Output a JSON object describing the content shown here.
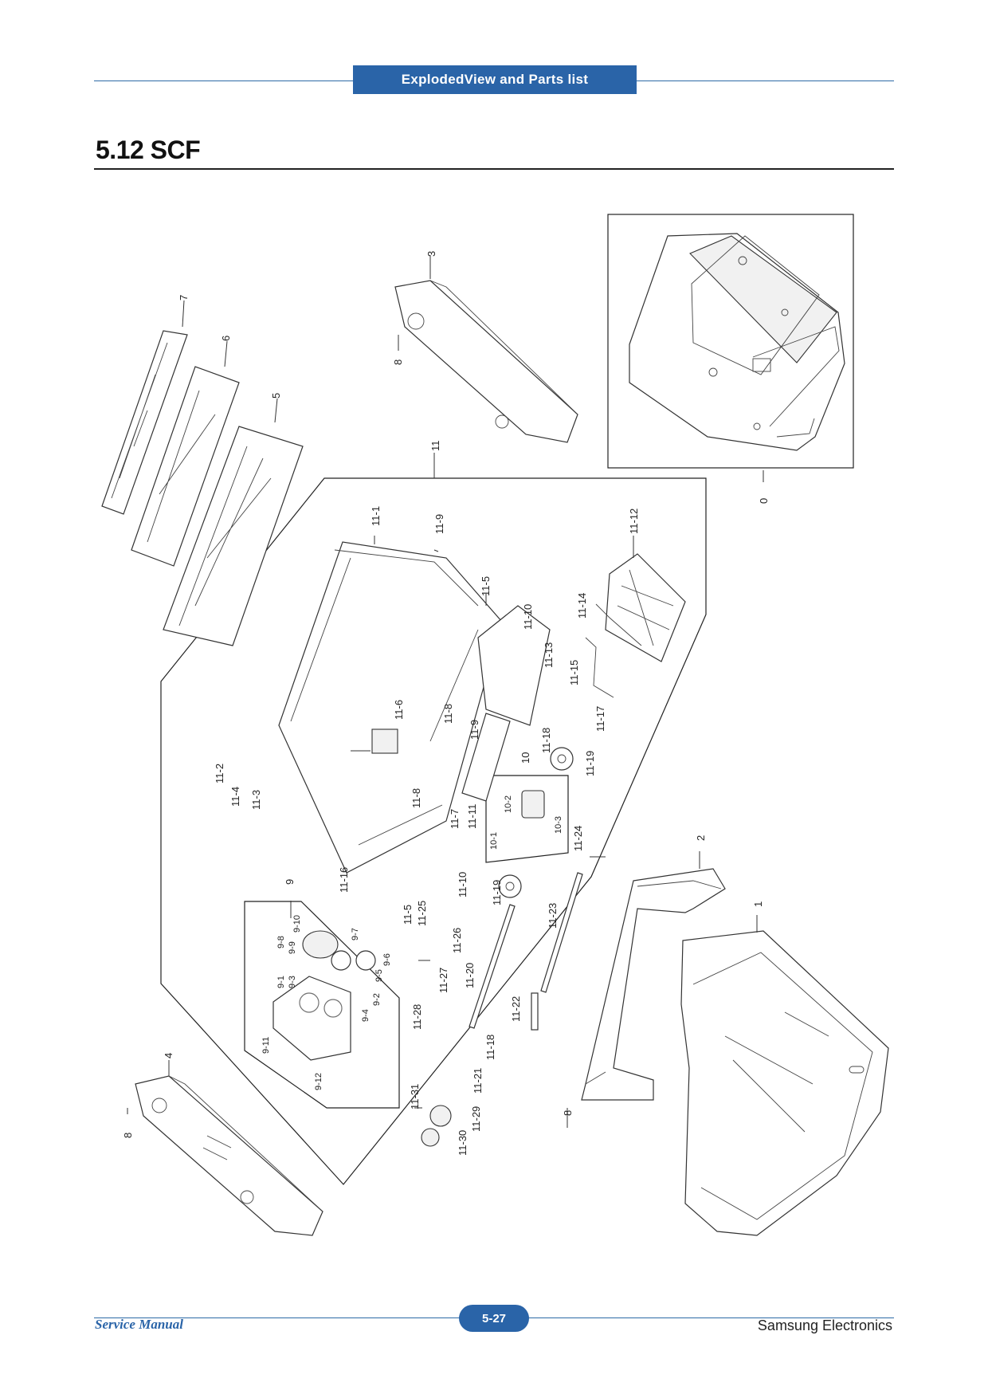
{
  "header": {
    "title": "ExplodedView and Parts list"
  },
  "section": {
    "title": "5.12  SCF"
  },
  "callouts": [
    {
      "id": "c-7",
      "text": "7"
    },
    {
      "id": "c-6",
      "text": "6"
    },
    {
      "id": "c-5",
      "text": "5"
    },
    {
      "id": "c-3",
      "text": "3"
    },
    {
      "id": "c-8a",
      "text": "8"
    },
    {
      "id": "c-11",
      "text": "11"
    },
    {
      "id": "c-0",
      "text": "0"
    },
    {
      "id": "c-11-1",
      "text": "11-1"
    },
    {
      "id": "c-11-9a",
      "text": "11-9"
    },
    {
      "id": "c-11-12",
      "text": "11-12"
    },
    {
      "id": "c-11-5a",
      "text": "11-5"
    },
    {
      "id": "c-11-10a",
      "text": "11-10"
    },
    {
      "id": "c-11-14",
      "text": "11-14"
    },
    {
      "id": "c-11-13",
      "text": "11-13"
    },
    {
      "id": "c-11-15",
      "text": "11-15"
    },
    {
      "id": "c-11-6",
      "text": "11-6"
    },
    {
      "id": "c-11-8a",
      "text": "11-8"
    },
    {
      "id": "c-11-17",
      "text": "11-17"
    },
    {
      "id": "c-11-9b",
      "text": "11-9"
    },
    {
      "id": "c-11-18a",
      "text": "11-18"
    },
    {
      "id": "c-10",
      "text": "10"
    },
    {
      "id": "c-11-19a",
      "text": "11-19"
    },
    {
      "id": "c-11-2",
      "text": "11-2"
    },
    {
      "id": "c-11-4",
      "text": "11-4"
    },
    {
      "id": "c-11-3",
      "text": "11-3"
    },
    {
      "id": "c-11-8b",
      "text": "11-8"
    },
    {
      "id": "c-11-7",
      "text": "11-7"
    },
    {
      "id": "c-11-11",
      "text": "11-11"
    },
    {
      "id": "c-10-2",
      "text": "10-2"
    },
    {
      "id": "c-10-3",
      "text": "10-3"
    },
    {
      "id": "c-10-1",
      "text": "10-1"
    },
    {
      "id": "c-11-24",
      "text": "11-24"
    },
    {
      "id": "c-2",
      "text": "2"
    },
    {
      "id": "c-11-16",
      "text": "11-16"
    },
    {
      "id": "c-11-10b",
      "text": "11-10"
    },
    {
      "id": "c-11-19b",
      "text": "11-19"
    },
    {
      "id": "c-9",
      "text": "9"
    },
    {
      "id": "c-1",
      "text": "1"
    },
    {
      "id": "c-11-5b",
      "text": "11-5"
    },
    {
      "id": "c-11-25",
      "text": "11-25"
    },
    {
      "id": "c-11-23",
      "text": "11-23"
    },
    {
      "id": "c-9-10",
      "text": "9-10"
    },
    {
      "id": "c-9-8",
      "text": "9-8"
    },
    {
      "id": "c-9-9",
      "text": "9-9"
    },
    {
      "id": "c-9-7",
      "text": "9-7"
    },
    {
      "id": "c-11-26",
      "text": "11-26"
    },
    {
      "id": "c-9-6",
      "text": "9-6"
    },
    {
      "id": "c-9-1",
      "text": "9-1"
    },
    {
      "id": "c-9-3",
      "text": "9-3"
    },
    {
      "id": "c-9-5",
      "text": "9-5"
    },
    {
      "id": "c-11-27",
      "text": "11-27"
    },
    {
      "id": "c-11-20",
      "text": "11-20"
    },
    {
      "id": "c-9-2",
      "text": "9-2"
    },
    {
      "id": "c-9-4",
      "text": "9-4"
    },
    {
      "id": "c-11-22",
      "text": "11-22"
    },
    {
      "id": "c-11-28",
      "text": "11-28"
    },
    {
      "id": "c-9-11",
      "text": "9-11"
    },
    {
      "id": "c-11-18b",
      "text": "11-18"
    },
    {
      "id": "c-4",
      "text": "4"
    },
    {
      "id": "c-9-12",
      "text": "9-12"
    },
    {
      "id": "c-11-21",
      "text": "11-21"
    },
    {
      "id": "c-11-31",
      "text": "11-31"
    },
    {
      "id": "c-8b",
      "text": "8"
    },
    {
      "id": "c-11-29",
      "text": "11-29"
    },
    {
      "id": "c-8c",
      "text": "8"
    },
    {
      "id": "c-11-30",
      "text": "11-30"
    }
  ],
  "footer": {
    "left": "Service Manual",
    "page": "5-27",
    "right": "Samsung Electronics"
  },
  "colors": {
    "accent": "#2a64a8"
  }
}
